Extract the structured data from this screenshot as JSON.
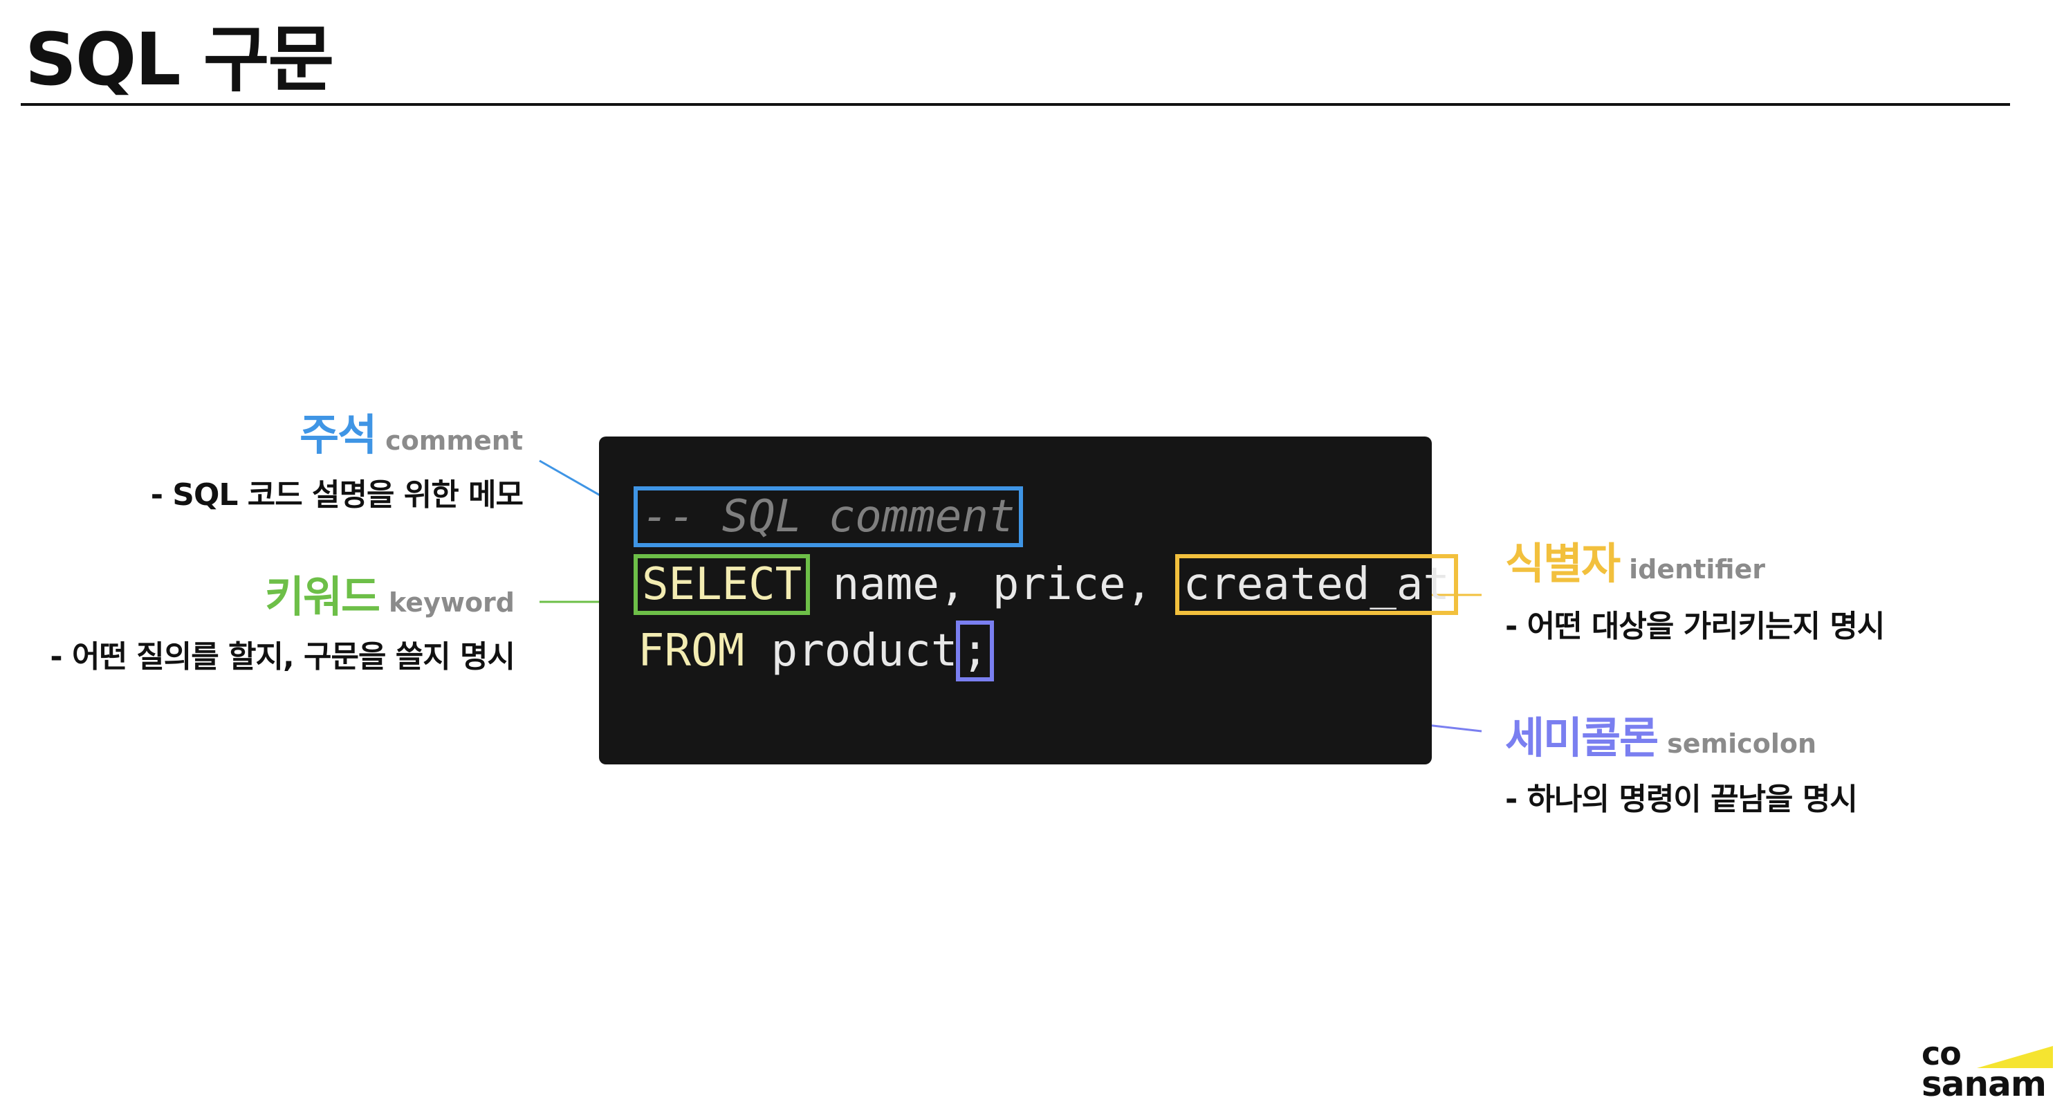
{
  "slide": {
    "title": "SQL 구문"
  },
  "code": {
    "line1": "-- SQL comment",
    "line2_keyword": "SELECT",
    "line2_middle": " name, price, ",
    "line2_identifier": "created_at",
    "line3_keyword": "FROM",
    "line3_middle": " product",
    "line3_semicolon": ";"
  },
  "annotations": {
    "comment": {
      "ko": "주석",
      "en": "comment",
      "desc": "- SQL 코드 설명을 위한 메모",
      "color": "#3f95e5"
    },
    "keyword": {
      "ko": "키워드",
      "en": "keyword",
      "desc": "- 어떤 질의를 할지, 구문을 쓸지 명시",
      "color": "#6dbf48"
    },
    "identifier": {
      "ko": "식별자",
      "en": "identifier",
      "desc": "- 어떤 대상을 가리키는지 명시",
      "color": "#f2c03d"
    },
    "semicolon": {
      "ko": "세미콜론",
      "en": "semicolon",
      "desc": "- 하나의 명령이 끝남을 명시",
      "color": "#7a7ff0"
    }
  },
  "logo": {
    "line1": "co",
    "line2": "sanam",
    "accent": "#f5e430"
  }
}
